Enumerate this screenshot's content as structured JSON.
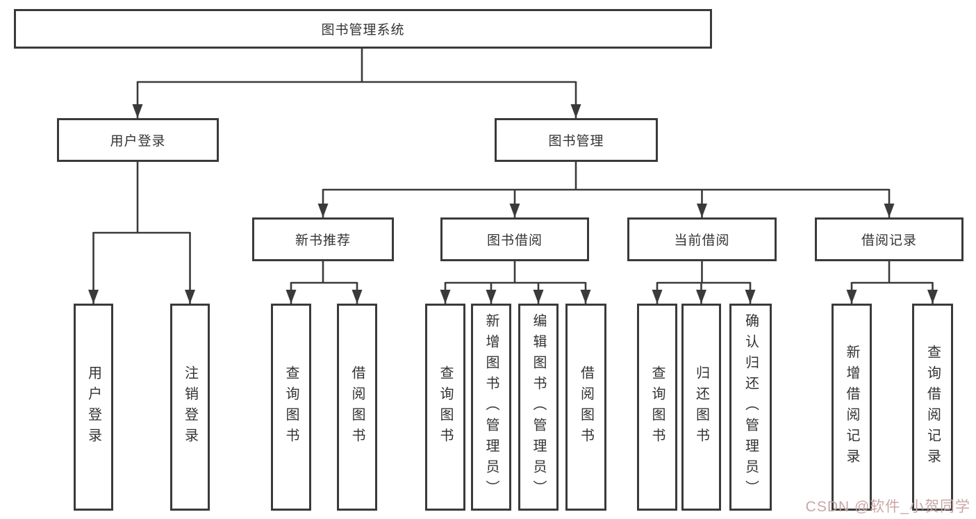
{
  "diagram": {
    "title": "图书管理系统",
    "level1": {
      "user_login": "用户登录",
      "book_management": "图书管理"
    },
    "level2": {
      "new_book_recommend": "新书推荐",
      "book_borrow": "图书借阅",
      "current_borrow": "当前借阅",
      "borrow_records": "借阅记录"
    },
    "leaves": {
      "user_login": [
        "用户登录",
        "注销登录"
      ],
      "new_book_recommend": [
        "查询图书",
        "借阅图书"
      ],
      "book_borrow": [
        "查询图书",
        "新增图书（管理员）",
        "编辑图书（管理员）",
        "借阅图书"
      ],
      "current_borrow": [
        "查询图书",
        "归还图书",
        "确认归还（管理员）"
      ],
      "borrow_records": [
        "新增借阅记录",
        "查询借阅记录"
      ]
    }
  },
  "watermark": {
    "text": "CSDN @软件_小贺同学",
    "color": "#c9a6a6"
  },
  "colors": {
    "line": "#3a3a3a",
    "box_border": "#3a3a3a",
    "text": "#333333",
    "background": "#ffffff"
  }
}
